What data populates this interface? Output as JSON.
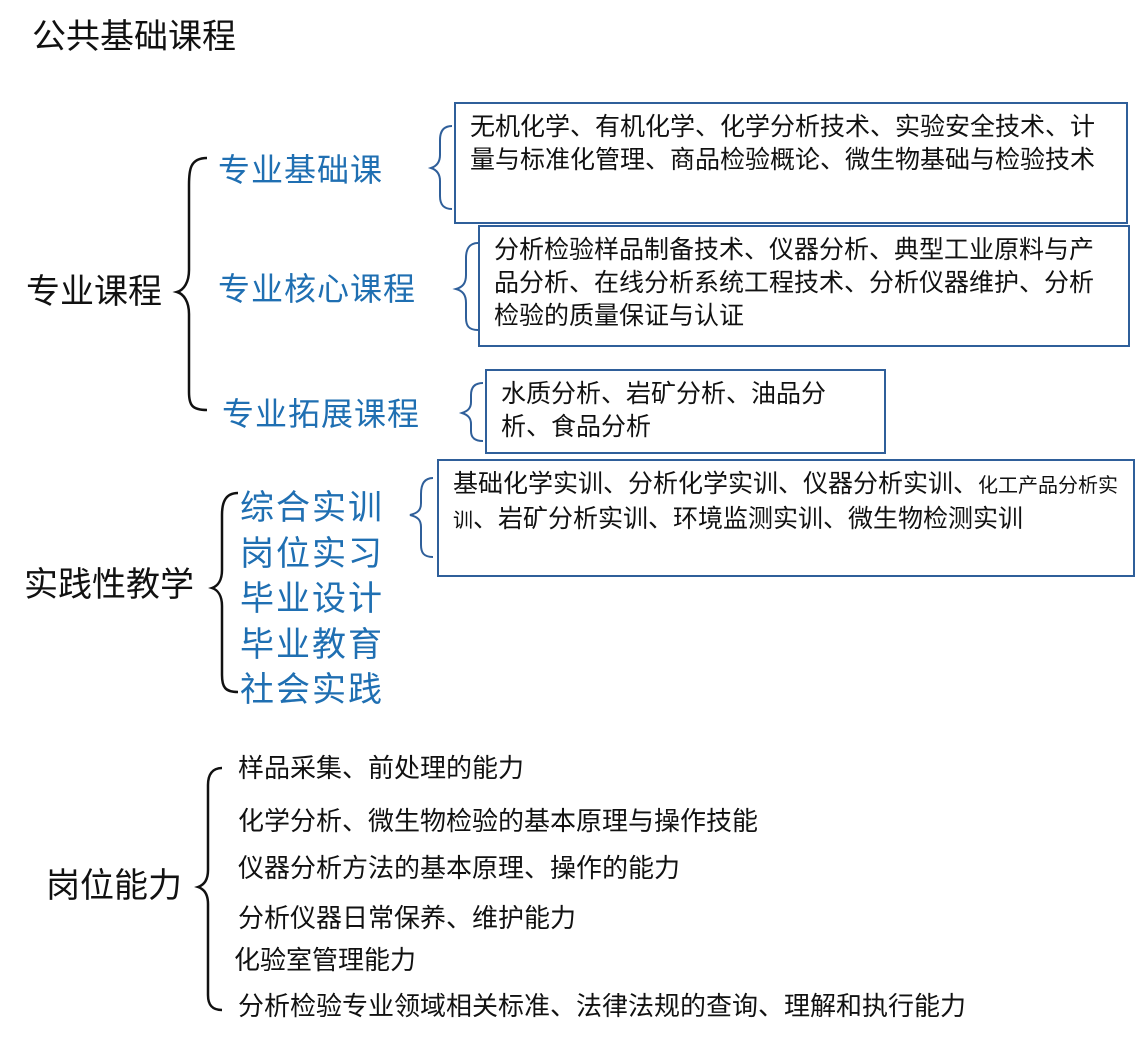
{
  "title": "公共基础课程",
  "major": {
    "label": "专业课程",
    "groups": [
      {
        "label": "专业基础课",
        "content": "无机化学、有机化学、化学分析技术、实验安全技术、计量与标准化管理、商品检验概论、微生物基础与检验技术"
      },
      {
        "label": "专业核心课程",
        "content": "分析检验样品制备技术、仪器分析、典型工业原料与产品分析、在线分析系统工程技术、分析仪器维护、分析检验的质量保证与认证"
      },
      {
        "label": "专业拓展课程",
        "content": "水质分析、岩矿分析、油品分析、食品分析"
      }
    ]
  },
  "practice": {
    "label": "实践性教学",
    "items": [
      "综合实训",
      "岗位实习",
      "毕业设计",
      "毕业教育",
      "社会实践"
    ],
    "content": {
      "part1": "基础化学实训、分析化学实训、仪器分析实训、",
      "part2_small": "化工产品分析实训",
      "part3": "、岩矿分析实训、环境监测实训、微生物检测实训"
    }
  },
  "ability": {
    "label": "岗位能力",
    "items": [
      "样品采集、前处理的能力",
      "化学分析、微生物检验的基本原理与操作技能",
      "仪器分析方法的基本原理、操作的能力",
      "分析仪器日常保养、维护能力",
      "化验室管理能力",
      "分析检验专业领域相关标准、法律法规的查询、理解和执行能力"
    ]
  },
  "colors": {
    "accent": "#1f6fb2",
    "border": "#2f5f9a",
    "text": "#111111"
  }
}
